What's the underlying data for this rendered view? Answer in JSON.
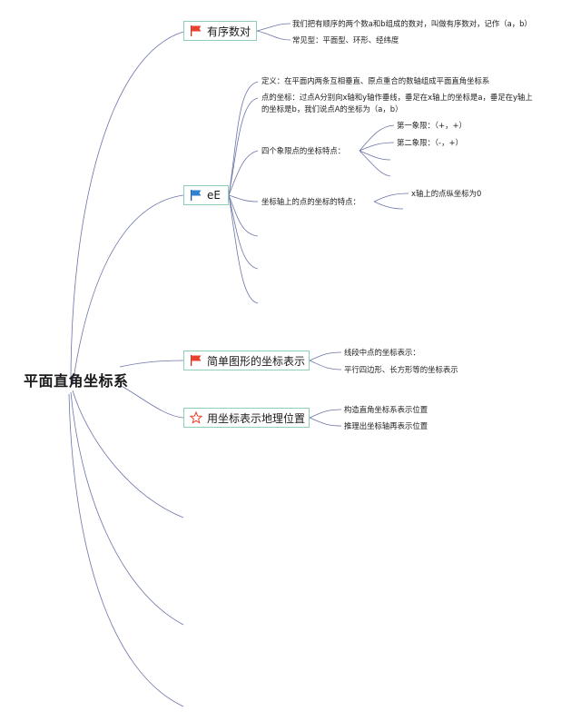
{
  "root": {
    "label": "平面直角坐标系"
  },
  "branches": [
    {
      "label": "有序数对",
      "icon": "red-flag-icon",
      "color": "#e8402d"
    },
    {
      "label": "eE",
      "icon": "blue-flag-icon",
      "color": "#2f80d1"
    },
    {
      "label": "简单图形的坐标表示",
      "icon": "red-flag-icon",
      "color": "#e8402d"
    },
    {
      "label": "用坐标表示地理位置",
      "icon": "star-outline-icon",
      "color": "#e8402d"
    }
  ],
  "ordered_pair": {
    "definition": "我们把有顺序的两个数a和b组成的数对，叫做有序数对，记作（a，b）",
    "common": "常见型：平面型、环形、经纬度"
  },
  "ee": {
    "definition": "定义：在平面内两条互相垂直、原点重合的数轴组成平面直角坐标系",
    "point_coord_line1": "点的坐标：过点A分别向x轴和y轴作垂线，垂足在x轴上的坐标是a，垂足在y轴上",
    "point_coord_line2": "的坐标是b，我们说点A的坐标为（a，b）",
    "quadrant_title": "四个象限点的坐标特点：",
    "q1": "第一象限：（+，+）",
    "q2": "第二象限：（-，+）",
    "axis_title": "坐标轴上的点的坐标的特点：",
    "x_axis": "x轴上的点纵坐标为0"
  },
  "simple_shapes": {
    "midpoint": "线段中点的坐标表示：",
    "parallelogram": "平行四边形、长方形等的坐标表示"
  },
  "geo": {
    "build": "构造直角坐标系表示位置",
    "infer": "推理出坐标轴再表示位置"
  }
}
